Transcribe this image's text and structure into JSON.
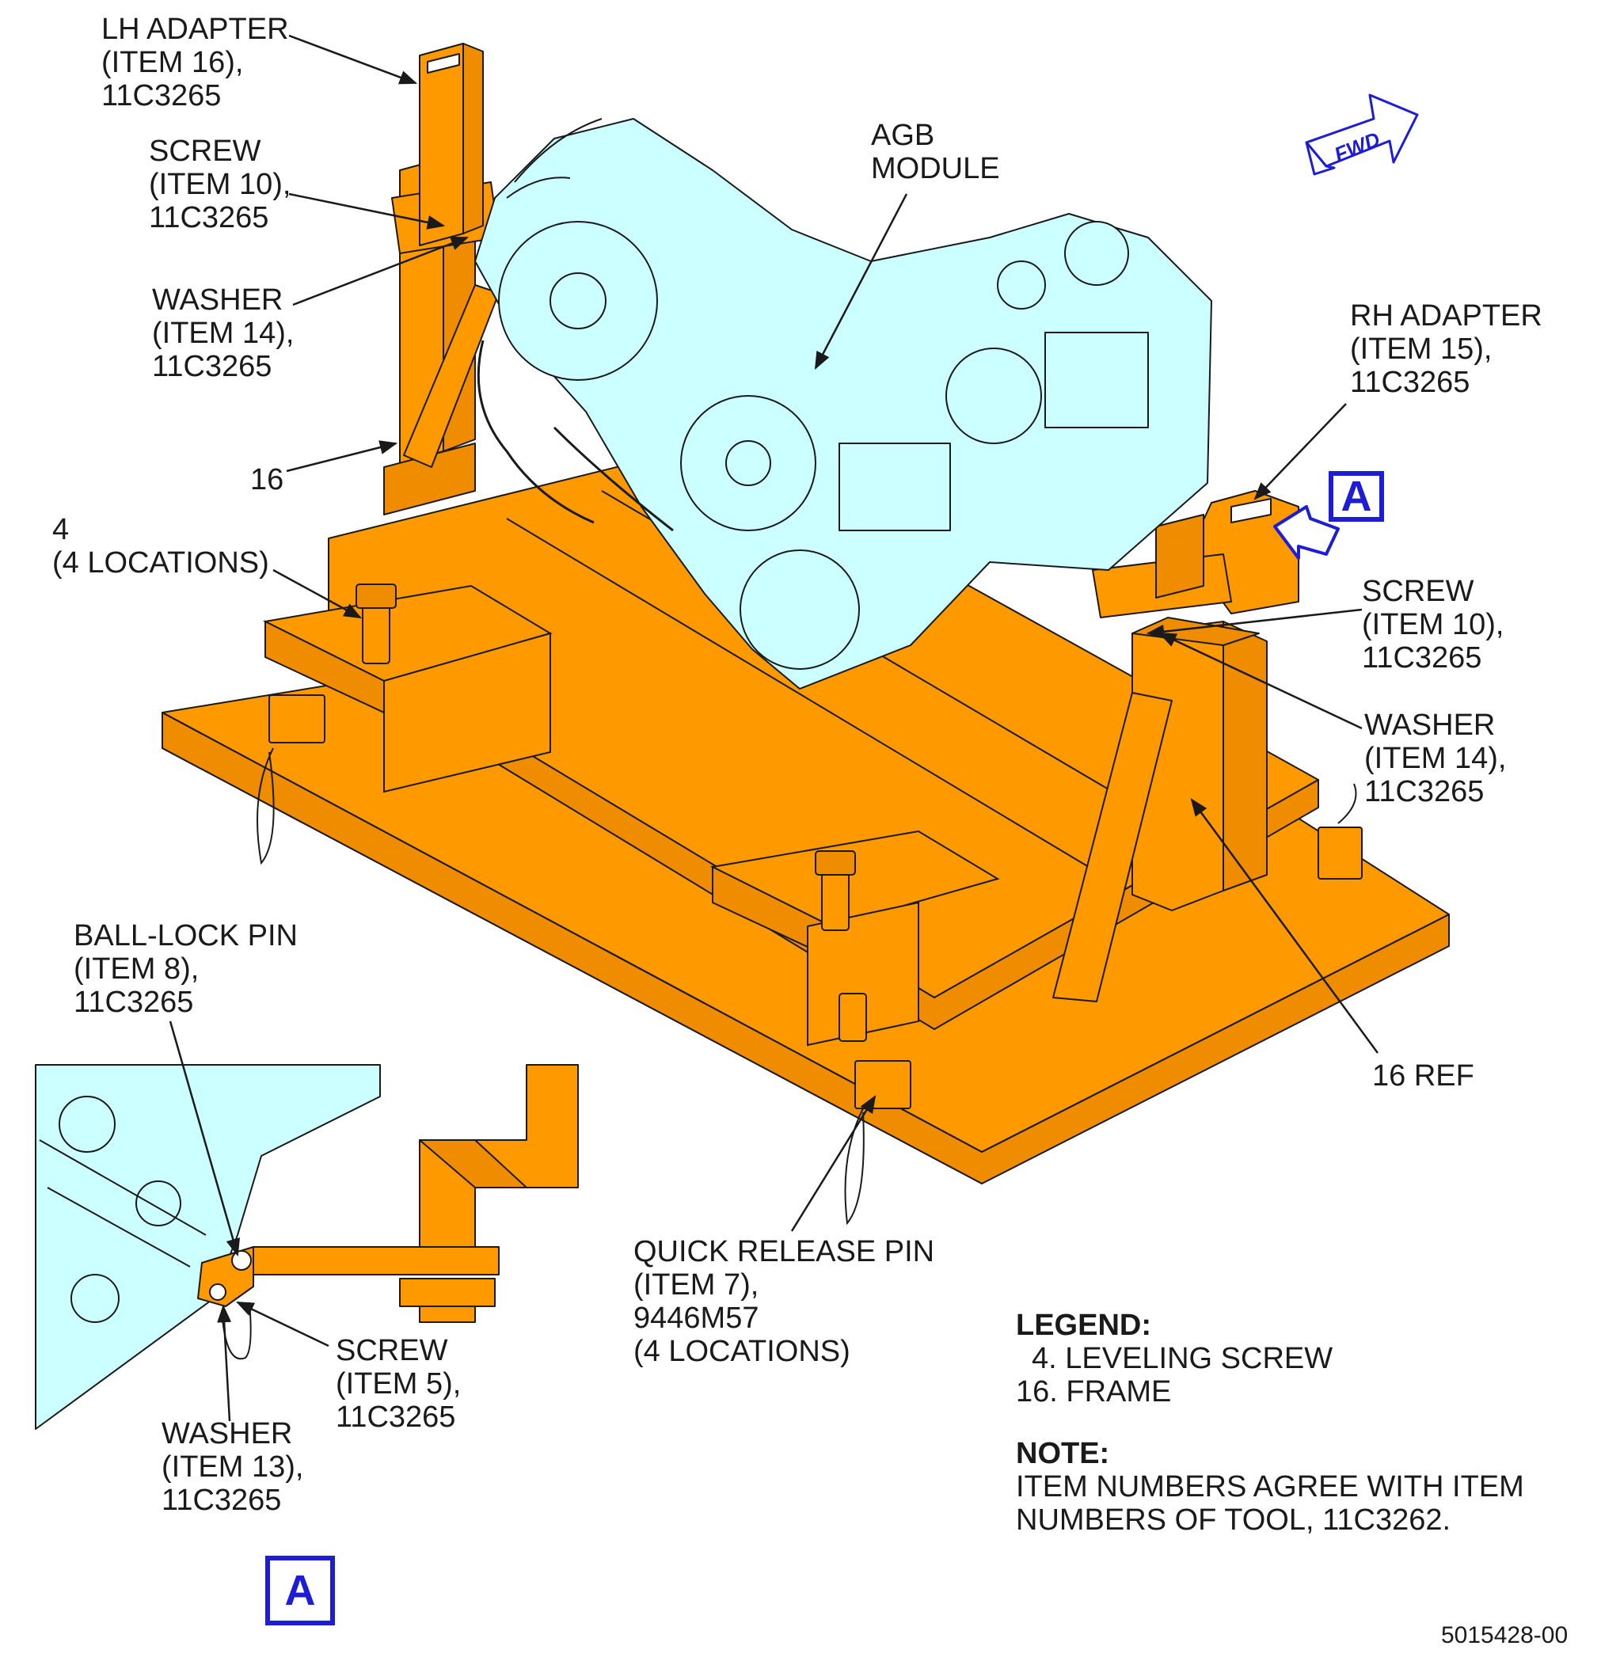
{
  "colors": {
    "frame": "#ff9900",
    "frame_edge": "#1a1a1a",
    "engine": "#ccffff",
    "callout_blue": "#1d1dd6",
    "text": "#1a1a1a"
  },
  "callouts": {
    "lh_adapter": [
      "LH ADAPTER",
      "(ITEM 16),",
      "11C3265"
    ],
    "screw_item10_lh": [
      "SCREW",
      "(ITEM 10),",
      "11C3265"
    ],
    "washer_item14_lh": [
      "WASHER",
      "(ITEM 14),",
      "11C3265"
    ],
    "frame_16": "16",
    "leveling_screw_4": [
      "4",
      "(4 LOCATIONS)"
    ],
    "agb_module": [
      "AGB",
      "MODULE"
    ],
    "rh_adapter": [
      "RH ADAPTER",
      "(ITEM 15),",
      "11C3265"
    ],
    "screw_item10_rh": [
      "SCREW",
      "(ITEM 10),",
      "11C3265"
    ],
    "washer_item14_rh": [
      "WASHER",
      "(ITEM 14),",
      "11C3265"
    ],
    "frame_16_ref": "16 REF",
    "ball_lock_pin": [
      "BALL-LOCK PIN",
      "(ITEM 8),",
      "11C3265"
    ],
    "quick_release_pin": [
      "QUICK RELEASE PIN",
      "(ITEM 7),",
      "9446M57",
      "(4 LOCATIONS)"
    ],
    "screw_item5": [
      "SCREW",
      "(ITEM 5),",
      "11C3265"
    ],
    "washer_item13": [
      "WASHER",
      "(ITEM 13),",
      "11C3265"
    ]
  },
  "view_markers": {
    "view_a_top": "A",
    "view_a_detail": "A"
  },
  "fwd_arrow": {
    "label": "FWD",
    "icon": "fwd-direction-arrow-icon"
  },
  "legend": {
    "heading": "LEGEND:",
    "items": [
      "4. LEVELING SCREW",
      "16. FRAME"
    ]
  },
  "note": {
    "heading": "NOTE:",
    "lines": [
      "ITEM NUMBERS AGREE WITH ITEM",
      "NUMBERS OF TOOL, 11C3262."
    ]
  },
  "figure_id": "5015428-00"
}
